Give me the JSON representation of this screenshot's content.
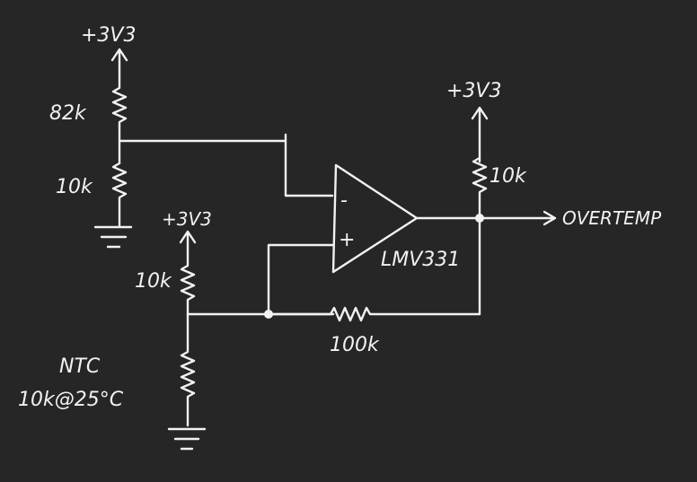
{
  "diagram": {
    "colors": {
      "background": "#262626",
      "ink": "#f2f2f2"
    },
    "supplies": {
      "rail": "+3V3"
    },
    "resistors": {
      "r_divider_top": "82k",
      "r_divider_bottom": "10k",
      "r_ntc_pullup": "10k",
      "r_hysteresis": "100k",
      "r_output_pullup": "10k"
    },
    "thermistor": {
      "type": "NTC",
      "rating": "10k@25°C"
    },
    "opamp": {
      "part": "LMV331",
      "inverting_sign": "-",
      "noninverting_sign": "+"
    },
    "output": {
      "net_name": "OVERTEMP"
    }
  }
}
